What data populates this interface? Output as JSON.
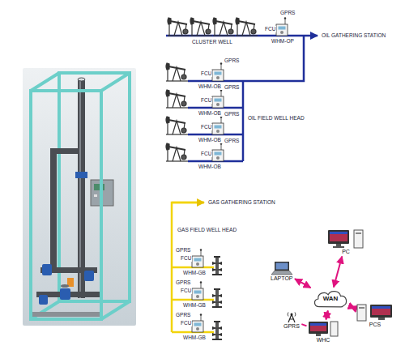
{
  "diagram": {
    "nodes": [
      {
        "text": [
          "PC"
        ]
      },
      {
        "text": [
          "LAPTOP"
        ]
      },
      {
        "text": [
          "WAN"
        ]
      },
      {
        "text": [
          "GPRS"
        ]
      },
      {
        "text": [
          "PCS"
        ]
      },
      {
        "text": [
          "WHC"
        ]
      }
    ],
    "edges": [
      {
        "from": 2,
        "to": 0,
        "arrow": "both"
      },
      {
        "from": 1,
        "to": 2,
        "arrow": "both"
      },
      {
        "from": 3,
        "to": 5,
        "arrow": "none"
      },
      {
        "from": 4,
        "to": 2,
        "arrow": "both"
      },
      {
        "from": 5,
        "to": 2,
        "arrow": "both"
      }
    ],
    "labels": [
      "GPRS",
      "FCU",
      "WHM-OP",
      "CLUSTER WELL",
      "OIL GATHERING STATION",
      "GPRS",
      "FCU",
      "WHM-OB",
      "GPRS",
      "FCU",
      "WHM-OB",
      "GPRS",
      "FCU",
      "WHM-OB",
      "GPRS",
      "FCU",
      "WHM-OB",
      "OIL FIELD WELL HEAD",
      "GAS GATHERING STATION",
      "GAS FIELD WELL HEAD",
      "GPRS",
      "FCU",
      "WHM-GB",
      "GPRS",
      "FCU",
      "WHM-GB",
      "GPRS",
      "FCU",
      "WHM-GB"
    ]
  }
}
